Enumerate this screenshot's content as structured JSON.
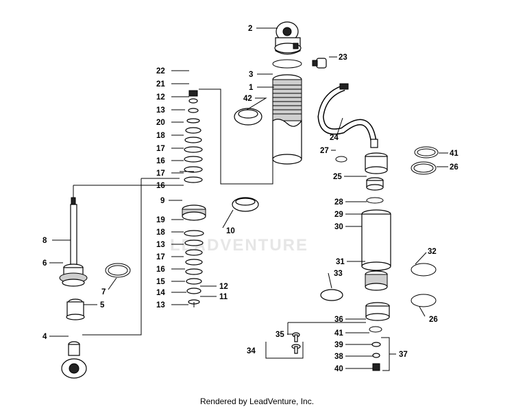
{
  "watermark": {
    "text": "LEADVENTURE"
  },
  "footer": {
    "text": "Rendered by LeadVenture, Inc."
  },
  "callouts": [
    {
      "id": "c2",
      "text": "2"
    },
    {
      "id": "c23",
      "text": "23"
    },
    {
      "id": "c3",
      "text": "3"
    },
    {
      "id": "c1",
      "text": "1"
    },
    {
      "id": "c42",
      "text": "42"
    },
    {
      "id": "c22",
      "text": "22"
    },
    {
      "id": "c21",
      "text": "21"
    },
    {
      "id": "c12a",
      "text": "12"
    },
    {
      "id": "c13a",
      "text": "13"
    },
    {
      "id": "c20",
      "text": "20"
    },
    {
      "id": "c18a",
      "text": "18"
    },
    {
      "id": "c17a",
      "text": "17"
    },
    {
      "id": "c16a",
      "text": "16"
    },
    {
      "id": "c17b",
      "text": "17"
    },
    {
      "id": "c16b",
      "text": "16"
    },
    {
      "id": "c9",
      "text": "9"
    },
    {
      "id": "c10",
      "text": "10"
    },
    {
      "id": "c19",
      "text": "19"
    },
    {
      "id": "c18b",
      "text": "18"
    },
    {
      "id": "c13b",
      "text": "13"
    },
    {
      "id": "c17c",
      "text": "17"
    },
    {
      "id": "c16c",
      "text": "16"
    },
    {
      "id": "c15",
      "text": "15"
    },
    {
      "id": "c14",
      "text": "14"
    },
    {
      "id": "c12b",
      "text": "12"
    },
    {
      "id": "c13c",
      "text": "13"
    },
    {
      "id": "c11",
      "text": "11"
    },
    {
      "id": "c8",
      "text": "8"
    },
    {
      "id": "c6",
      "text": "6"
    },
    {
      "id": "c7",
      "text": "7"
    },
    {
      "id": "c5",
      "text": "5"
    },
    {
      "id": "c4",
      "text": "4"
    },
    {
      "id": "c24",
      "text": "24"
    },
    {
      "id": "c27",
      "text": "27"
    },
    {
      "id": "c41a",
      "text": "41"
    },
    {
      "id": "c26a",
      "text": "26"
    },
    {
      "id": "c25",
      "text": "25"
    },
    {
      "id": "c28",
      "text": "28"
    },
    {
      "id": "c29",
      "text": "29"
    },
    {
      "id": "c30",
      "text": "30"
    },
    {
      "id": "c32",
      "text": "32"
    },
    {
      "id": "c31",
      "text": "31"
    },
    {
      "id": "c33",
      "text": "33"
    },
    {
      "id": "c36",
      "text": "36"
    },
    {
      "id": "c26b",
      "text": "26"
    },
    {
      "id": "c35",
      "text": "35"
    },
    {
      "id": "c34",
      "text": "34"
    },
    {
      "id": "c41b",
      "text": "41"
    },
    {
      "id": "c39",
      "text": "39"
    },
    {
      "id": "c38",
      "text": "38"
    },
    {
      "id": "c37",
      "text": "37"
    },
    {
      "id": "c40",
      "text": "40"
    }
  ]
}
